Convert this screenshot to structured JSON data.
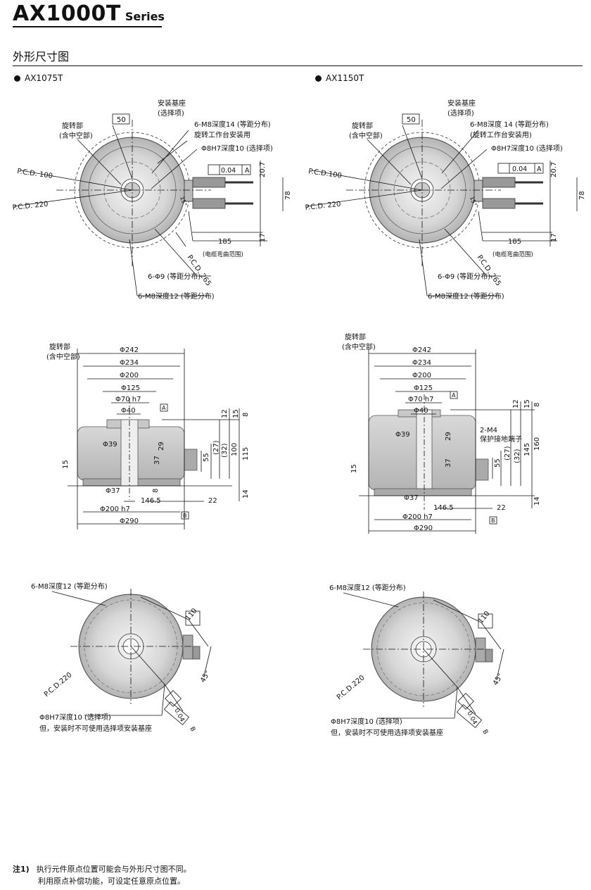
{
  "header": {
    "title": "AX1000T",
    "series": "Series",
    "section": "外形尺寸图"
  },
  "models": {
    "left": "AX1075T",
    "right": "AX1150T"
  },
  "top_view": {
    "install_base": "安装基座",
    "optional": "(选择项)",
    "rotary": "旋转部",
    "hollow": "(含中空部)",
    "m8_depth14": "6-M8深度14 (等距分布)",
    "m8_depth14_alt": "6-M8深度 14 (等距分布)",
    "table_mount": "旋转工作台安装用",
    "table_mount_alt": "(旋转工作台安装用)",
    "phi8": "Φ8H7深度10 (选择项)",
    "flat": "0.04",
    "datum_a": "A",
    "pcd100": "P.C.D. 100",
    "pcd100_alt": "P.C.D.100",
    "pcd220": "P.C.D. 220",
    "pcd265": "P.C.D. 265",
    "dim50": "50",
    "dim207": "20.7",
    "dim78": "78",
    "dim17": "17",
    "dim185": "185",
    "cable": "(电缆弯曲范围)",
    "phi9": "6-Φ9 (等距分布)",
    "m8_depth12": "6-M8深度12 (等距分布)",
    "deg": "15°"
  },
  "side_view": {
    "rotary": "旋转部",
    "hollow": "(含中空部)",
    "d242": "Φ242",
    "d234": "Φ234",
    "d200": "Φ200",
    "d125": "Φ125",
    "d70": "Φ70 h7",
    "d40": "Φ40",
    "d39": "Φ39",
    "d37": "Φ37",
    "d200h7": "Φ200 h7",
    "d290": "Φ290",
    "l1465": "146.5",
    "l22": "22",
    "l8": "8",
    "l12": "12",
    "l15": "15",
    "l29": "29",
    "l37": "37",
    "l55": "55",
    "l27": "(27)",
    "l32": "(32)",
    "l100": "100",
    "l115": "115",
    "l145": "145",
    "l160": "160",
    "l14": "14",
    "datum_a": "A",
    "datum_b": "B",
    "m4": "2-M4",
    "ground": "保护接地端子"
  },
  "bottom_view": {
    "m8_depth12": "6-M8深度12 (等距分布)",
    "pcd220": "P.C.D.220",
    "d110": "110",
    "deg45": "45°",
    "flat": "0.04",
    "datum_b": "B",
    "phi8": "Φ8H7深度10 (选择项)",
    "caveat": "但，安装时不可使用选择项安装基座"
  },
  "note": {
    "label": "注1)",
    "line1": "执行元件原点位置可能会与外形尺寸图不同。",
    "line2": "利用原点补偿功能，可设定任意原点位置。"
  }
}
